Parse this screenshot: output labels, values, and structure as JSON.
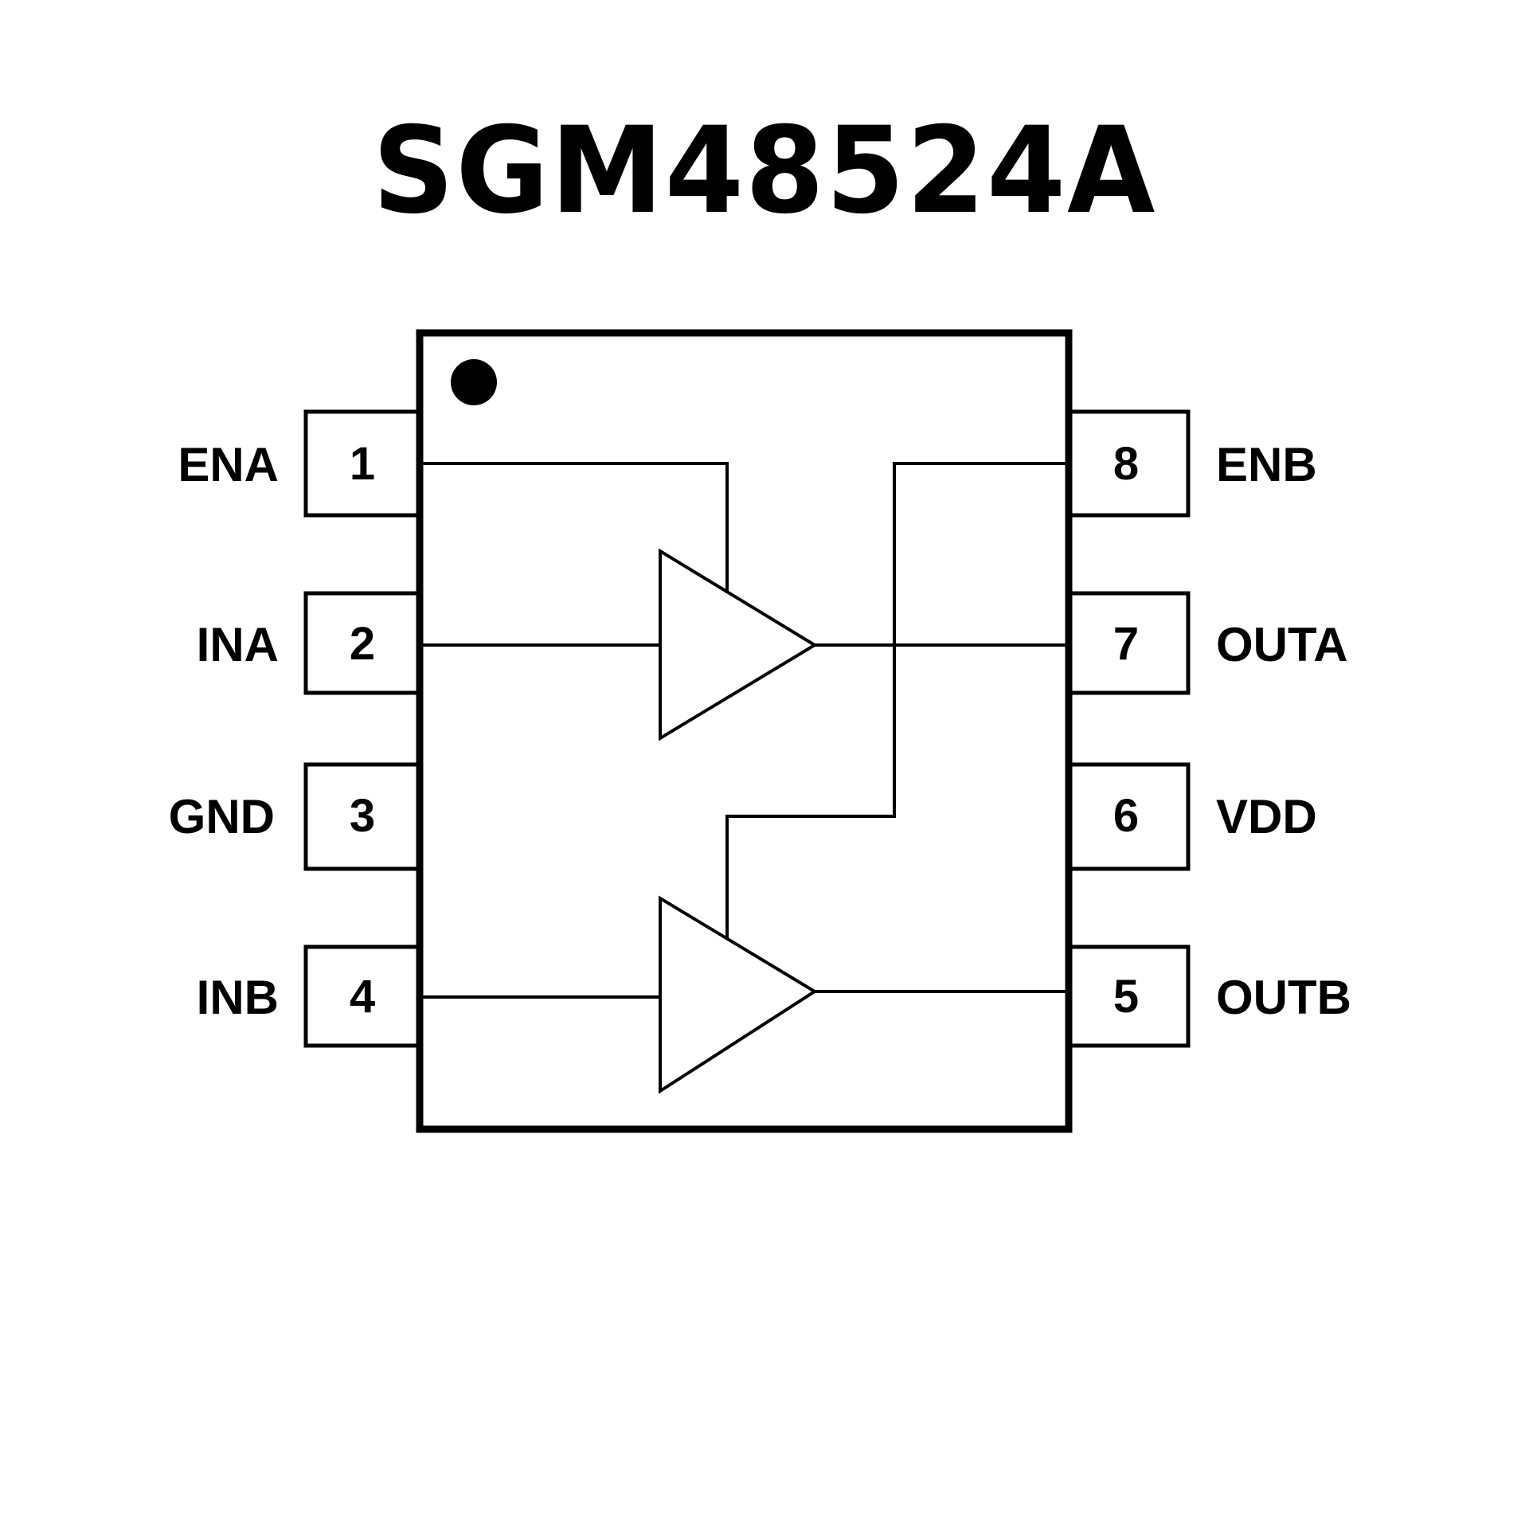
{
  "title": "SGM48524A",
  "colors": {
    "stroke": "#000000",
    "background": "#ffffff"
  },
  "package": {
    "pin1_marker": "pin-1-dot",
    "left_pins": [
      {
        "number": "1",
        "name": "ENA"
      },
      {
        "number": "2",
        "name": "INA"
      },
      {
        "number": "3",
        "name": "GND"
      },
      {
        "number": "4",
        "name": "INB"
      }
    ],
    "right_pins": [
      {
        "number": "8",
        "name": "ENB"
      },
      {
        "number": "7",
        "name": "OUTA"
      },
      {
        "number": "6",
        "name": "VDD"
      },
      {
        "number": "5",
        "name": "OUTB"
      }
    ]
  },
  "internal": {
    "buffers": [
      {
        "name": "buffer-a",
        "input": "INA",
        "output": "OUTA",
        "enable": "ENA"
      },
      {
        "name": "buffer-b",
        "input": "INB",
        "output": "OUTB",
        "enable": "ENB"
      }
    ]
  }
}
